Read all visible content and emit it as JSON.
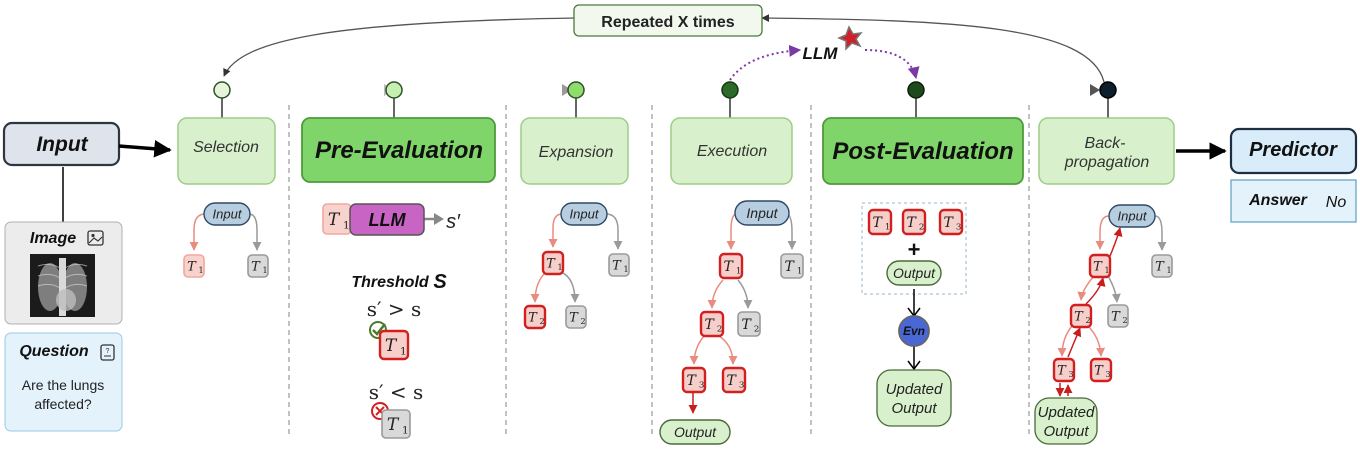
{
  "loop": {
    "label": "Repeated X times"
  },
  "llm_label": "LLM",
  "input": {
    "title": "Input",
    "image_label": "Image",
    "question_label": "Question",
    "question_text_line1": "Are the lungs",
    "question_text_line2": "affected?"
  },
  "stages": {
    "selection": "Selection",
    "pre_evaluation": "Pre-Evaluation",
    "expansion": "Expansion",
    "execution": "Execution",
    "post_evaluation": "Post-Evaluation",
    "backprop_line1": "Back-",
    "backprop_line2": "propagation"
  },
  "predictor": {
    "title": "Predictor",
    "answer_label": "Answer",
    "answer_value": "No"
  },
  "nodes": {
    "input": "Input",
    "t": "T",
    "sub1": "1",
    "sub2": "2",
    "sub3": "3",
    "output": "Output",
    "updated_line1": "Updated",
    "updated_line2": "Output",
    "evn": "Evn"
  },
  "pre_eval": {
    "llm": "LLM",
    "s_prime": "s′",
    "threshold_label": "Threshold",
    "threshold_symbol": "S",
    "cond_gt": "s′ > s",
    "cond_lt": "s′ < s"
  },
  "post_eval": {
    "plus": "+"
  },
  "colors": {
    "stage_fill": "#d8f1cc",
    "stage_border": "#9dcc86",
    "eval_fill": "#7fd56a",
    "eval_border": "#4f9a3c",
    "input_fill": "#dfe4ec",
    "predictor_fill": "#d9ecf9",
    "red": "#d21f1f",
    "pink": "#f4a9a0",
    "node_blue": "#b7cde0",
    "llm_purple": "#c865c4",
    "evn_blue": "#4a67d6",
    "arrow_purple": "#7a3aa3"
  }
}
